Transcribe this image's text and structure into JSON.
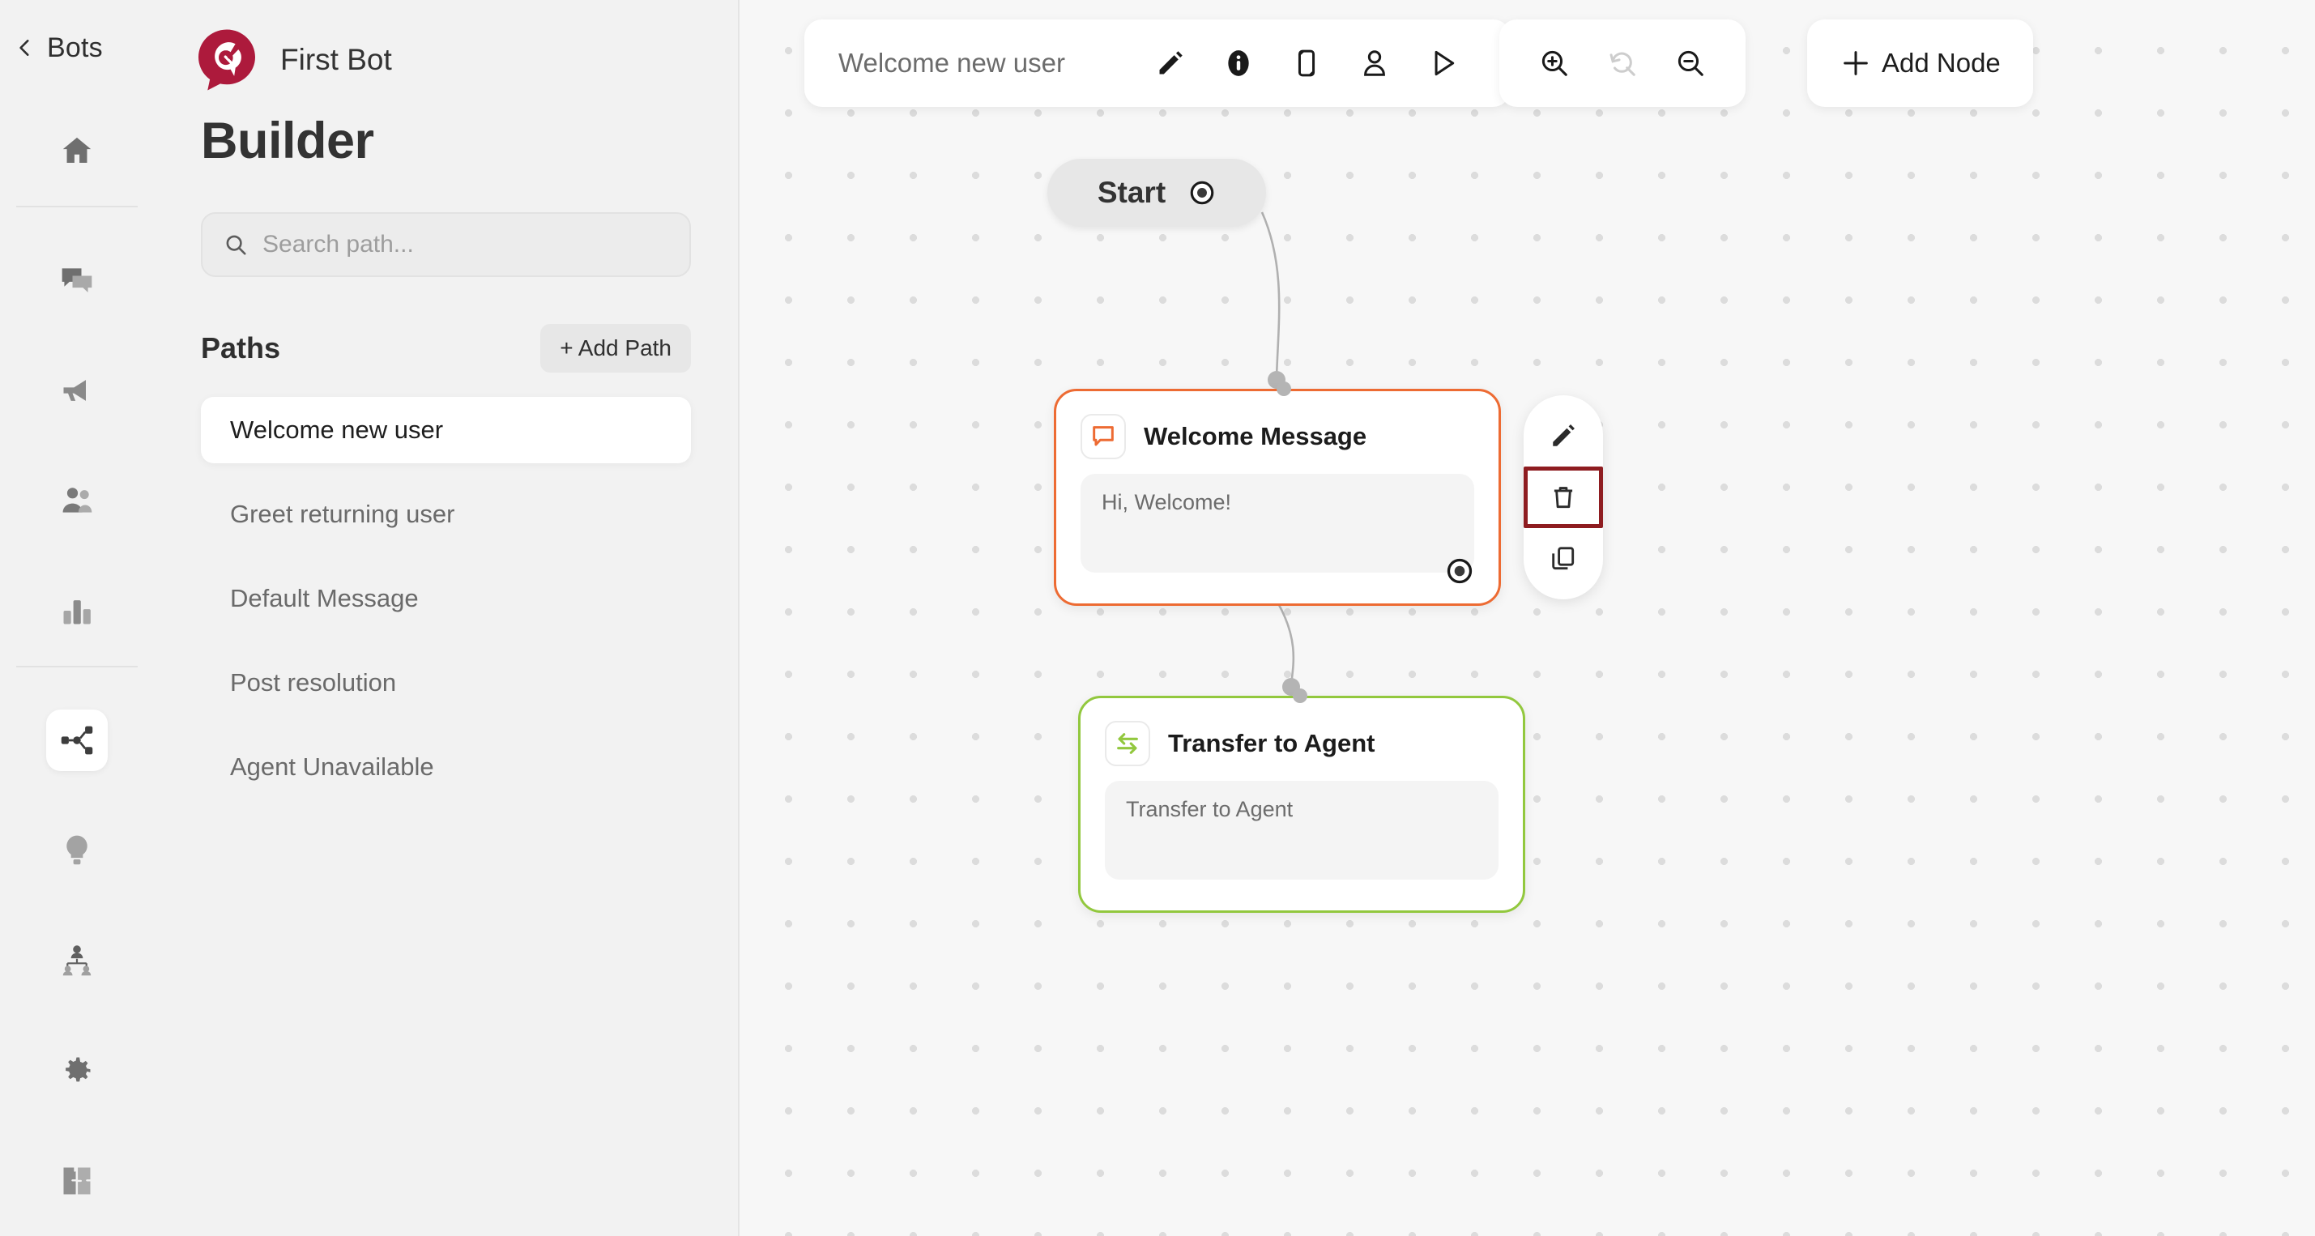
{
  "rail": {
    "back_label": "Bots",
    "back_icon": "chevron-left-icon",
    "items": [
      {
        "name": "home",
        "icon": "home-icon",
        "active": false
      },
      {
        "name": "conversations",
        "icon": "chat-bubbles-icon",
        "active": false
      },
      {
        "name": "campaigns",
        "icon": "megaphone-icon",
        "active": false
      },
      {
        "name": "contacts",
        "icon": "people-icon",
        "active": false
      },
      {
        "name": "analytics",
        "icon": "bar-chart-icon",
        "active": false
      },
      {
        "name": "builder",
        "icon": "flow-share-icon",
        "active": true
      },
      {
        "name": "insights",
        "icon": "lightbulb-icon",
        "active": false
      },
      {
        "name": "teams",
        "icon": "org-chart-icon",
        "active": false
      },
      {
        "name": "settings",
        "icon": "gear-icon",
        "active": false
      },
      {
        "name": "integrations",
        "icon": "puzzle-icon",
        "active": false
      }
    ]
  },
  "panel": {
    "bot_name": "First Bot",
    "logo_icon": "chat-bubble-logo",
    "title": "Builder",
    "search": {
      "placeholder": "Search path...",
      "value": "",
      "icon": "search-icon"
    },
    "paths_label": "Paths",
    "add_path_label": "+ Add Path",
    "paths": [
      {
        "label": "Welcome new user",
        "selected": true
      },
      {
        "label": "Greet returning user",
        "selected": false
      },
      {
        "label": "Default Message",
        "selected": false
      },
      {
        "label": "Post resolution",
        "selected": false
      },
      {
        "label": "Agent Unavailable",
        "selected": false
      }
    ]
  },
  "canvas": {
    "toolbar": {
      "path_title": "Welcome new user",
      "buttons": [
        {
          "name": "edit-path-button",
          "icon": "pencil-icon"
        },
        {
          "name": "path-info-button",
          "icon": "info-icon"
        },
        {
          "name": "duplicate-path-button",
          "icon": "copy-icon"
        },
        {
          "name": "assign-user-button",
          "icon": "person-icon"
        },
        {
          "name": "run-path-button",
          "icon": "play-icon"
        }
      ]
    },
    "zoom_toolbar": {
      "buttons": [
        {
          "name": "zoom-in-button",
          "icon": "zoom-in-icon",
          "disabled": false
        },
        {
          "name": "reset-view-button",
          "icon": "reset-icon",
          "disabled": true
        },
        {
          "name": "zoom-out-button",
          "icon": "zoom-out-icon",
          "disabled": false
        }
      ]
    },
    "add_node_label": "Add Node",
    "add_node_icon": "plus-icon",
    "nodes": [
      {
        "id": "start",
        "type": "start",
        "label": "Start",
        "connector_icon": "target-dot-icon"
      },
      {
        "id": "welcome-message",
        "type": "message",
        "title": "Welcome Message",
        "body": "Hi, Welcome!",
        "icon": "speech-bubble-icon",
        "accent": "#ED6B33",
        "selected": true
      },
      {
        "id": "transfer-to-agent",
        "type": "transfer",
        "title": "Transfer to Agent",
        "body": "Transfer to Agent",
        "icon": "transfer-arrows-icon",
        "accent": "#92C83E",
        "selected": false
      }
    ],
    "action_menu": {
      "buttons": [
        {
          "name": "edit-node-button",
          "icon": "pencil-icon",
          "highlighted": false
        },
        {
          "name": "delete-node-button",
          "icon": "trash-icon",
          "highlighted": true
        },
        {
          "name": "duplicate-node-button",
          "icon": "copy-icon",
          "highlighted": false
        }
      ],
      "highlight_color": "#8E1C20"
    }
  }
}
